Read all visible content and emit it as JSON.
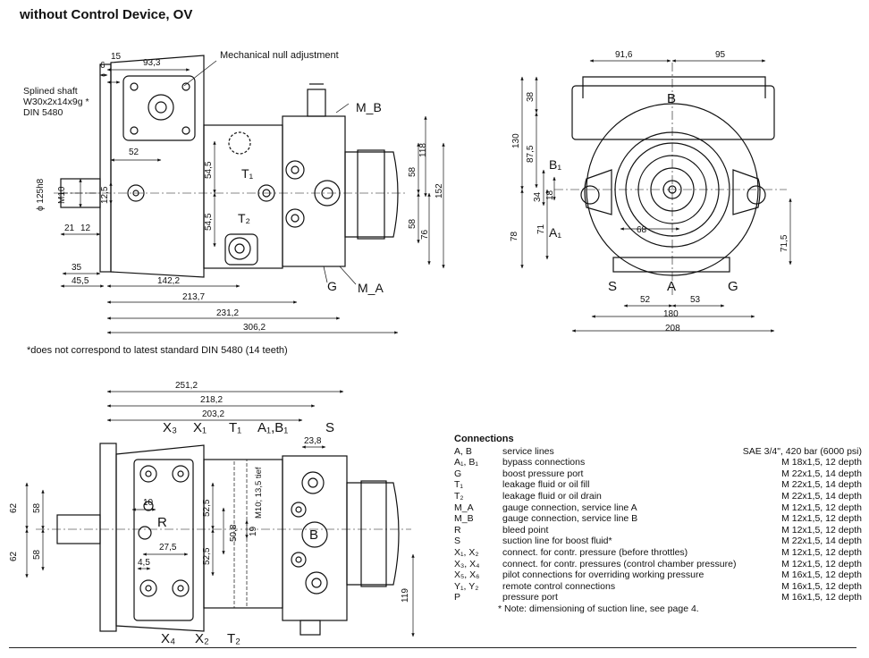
{
  "title": "without Control Device, OV",
  "footnote": "*does not correspond to latest standard DIN 5480 (14 teeth)",
  "side_view": {
    "callout_null": "Mechanical null adjustment",
    "shaft_line1": "Splined shaft",
    "shaft_line2": "W30x2x14x9g *",
    "shaft_line3": "DIN 5480",
    "dims": {
      "d_93_3": "93,3",
      "d_15": "15",
      "d_6": "6",
      "d_52": "52",
      "d_phi125": "ϕ 125h8",
      "d_m10": "M10",
      "d_12_5": "12,5",
      "d_21": "21",
      "d_12": "12",
      "d_35": "35",
      "d_45_5": "45,5",
      "d_142_2": "142,2",
      "d_213_7": "213,7",
      "d_231_2": "231,2",
      "d_306_2": "306,2",
      "d_54_5a": "54,5",
      "d_54_5b": "54,5",
      "d_58a": "58",
      "d_58b": "58",
      "d_118": "118",
      "d_152": "152",
      "d_76": "76"
    },
    "labels": {
      "T1": "T₁",
      "T2": "T₂",
      "MB": "M_B",
      "MA": "M_A",
      "G": "G"
    }
  },
  "end_view": {
    "dims": {
      "d_91_6": "91,6",
      "d_95": "95",
      "d_38": "38",
      "d_130": "130",
      "d_87_5": "87,5",
      "d_34": "34",
      "d_18": "18",
      "d_78": "78",
      "d_71": "71",
      "d_68": "68",
      "d_71_5": "71,5",
      "d_52": "52",
      "d_53": "53",
      "d_180": "180",
      "d_208": "208"
    },
    "labels": {
      "B": "B",
      "B1": "B₁",
      "A1": "A₁",
      "S": "S",
      "A": "A",
      "G": "G"
    }
  },
  "top_view": {
    "dims": {
      "d_251_2": "251,2",
      "d_218_2": "218,2",
      "d_203_2": "203,2",
      "d_23_8": "23,8",
      "d_10": "10",
      "d_27_5": "27,5",
      "d_4_5": "4,5",
      "d_62a": "62",
      "d_58a": "58",
      "d_62b": "62",
      "d_58b": "58",
      "d_52_5a": "52,5",
      "d_52_5b": "52,5",
      "d_50_8": "50,8",
      "d_19": "19",
      "d_m10_tief": "M10; 13,5 tief",
      "d_119": "119"
    },
    "labels": {
      "X3": "X₃",
      "X1": "X₁",
      "T1": "T₁",
      "A1B1": "A₁,B₁",
      "S": "S",
      "R": "R",
      "B": "B",
      "X4": "X₄",
      "X2": "X₂",
      "T2": "T₂"
    }
  },
  "connections": {
    "heading": "Connections",
    "rows": [
      {
        "port": "A, B",
        "desc": "service lines",
        "spec": "SAE 3/4\", 420 bar (6000 psi)"
      },
      {
        "port": "A₁, B₁",
        "desc": "bypass connections",
        "spec": "M 18x1,5, 12 depth"
      },
      {
        "port": "G",
        "desc": "boost pressure port",
        "spec": "M 22x1,5, 14 depth"
      },
      {
        "port": "T₁",
        "desc": "leakage fluid or oil fill",
        "spec": "M 22x1,5, 14 depth"
      },
      {
        "port": "T₂",
        "desc": "leakage fluid or oil drain",
        "spec": "M 22x1,5, 14 depth"
      },
      {
        "port": "M_A",
        "desc": "gauge connection, service line A",
        "spec": "M 12x1,5, 12 depth"
      },
      {
        "port": "M_B",
        "desc": "gauge connection, service line B",
        "spec": "M 12x1,5, 12 depth"
      },
      {
        "port": "R",
        "desc": "bleed point",
        "spec": "M 12x1,5, 12 depth"
      },
      {
        "port": "S",
        "desc": "suction line for boost fluid*",
        "spec": "M 22x1,5, 14 depth"
      },
      {
        "port": "X₁, X₂",
        "desc": "connect. for contr. pressure (before throttles)",
        "spec": "M 12x1,5, 12 depth"
      },
      {
        "port": "X₃, X₄",
        "desc": "connect. for contr. pressures (control chamber pressure)",
        "spec": "M 12x1,5, 12 depth"
      },
      {
        "port": "X₅, X₆",
        "desc": "pilot connections for overriding working pressure",
        "spec": "M 16x1,5, 12 depth"
      },
      {
        "port": "Y₁, Y₂",
        "desc": "remote control connections",
        "spec": "M 16x1,5, 12 depth"
      },
      {
        "port": "P",
        "desc": "pressure port",
        "spec": "M 16x1,5, 12 depth"
      }
    ],
    "note": "* Note: dimensioning of suction line, see page 4."
  }
}
